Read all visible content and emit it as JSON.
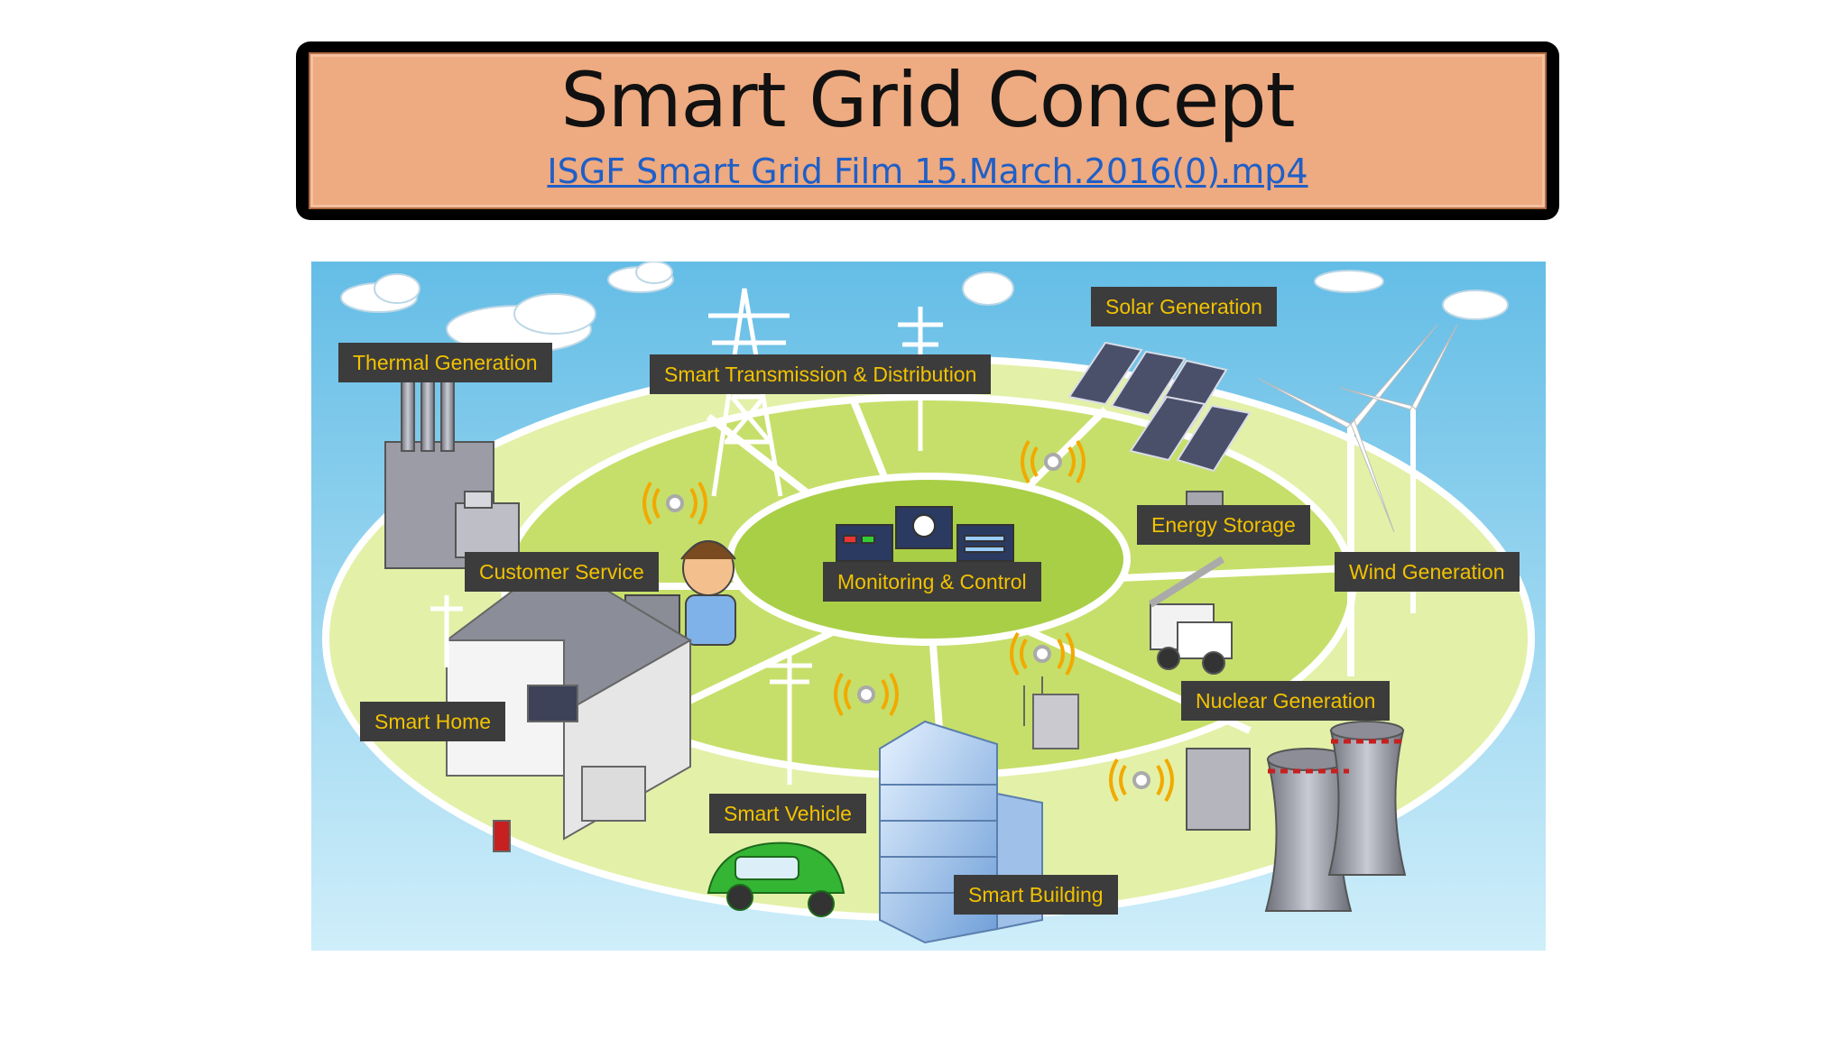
{
  "slide": {
    "title": "Smart Grid Concept",
    "link_text": "ISGF Smart Grid Film 15.March.2016(0).mp4"
  },
  "diagram": {
    "labels": {
      "thermal": "Thermal Generation",
      "transmission": "Smart Transmission & Distribution",
      "solar": "Solar Generation",
      "energy_storage": "Energy Storage",
      "wind": "Wind Generation",
      "customer_service": "Customer Service",
      "monitoring": "Monitoring & Control",
      "nuclear": "Nuclear Generation",
      "smart_home": "Smart Home",
      "smart_vehicle": "Smart Vehicle",
      "smart_building": "Smart Building"
    },
    "colors": {
      "sky_top": "#64bde6",
      "sky_bottom": "#cfeefa",
      "ground": "#e3f0a8",
      "ring": "#c6df6a",
      "center": "#a9cf47",
      "label_bg": "#3c3c3c",
      "label_text": "#f2c200",
      "signal": "#f2a900",
      "car": "#34b534"
    }
  }
}
